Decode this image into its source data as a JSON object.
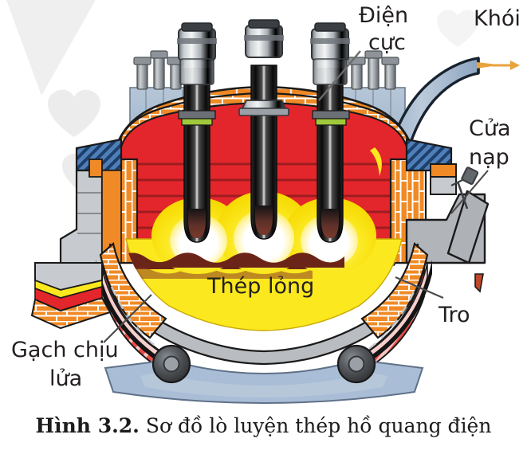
{
  "figure": {
    "title_prefix": "Hình 3.2.",
    "title_body": " Sơ đồ lò luyện thép hồ quang điện",
    "kind": "cross-section-diagram",
    "subject": "electric-arc-furnace"
  },
  "labels": {
    "electrode_line1": "Điện",
    "electrode_line2": "cực",
    "smoke": "Khói",
    "charge_door_line1": "Cửa",
    "charge_door_line2": "nạp",
    "molten_steel": "Thép lỏng",
    "ash": "Tro",
    "refractory_line1": "Gạch chịu",
    "refractory_line2": "lửa"
  },
  "colors": {
    "chamber_red": "#e3262b",
    "chamber_red_dark": "#8e1b1f",
    "brick_orange": "#f08a26",
    "brick_orange_dark": "#d4681a",
    "brick_mortar": "#ffffff",
    "molten_yellow": "#fbe81f",
    "arc_white": "#ffffff",
    "slag_brown": "#6b2418",
    "electrode_black": "#111111",
    "metal_gray": "#9aa0a6",
    "shell_gray": "#b9bcc0",
    "duct_blue": "#9fb6cf",
    "hatch_pink": "#f4a9a6",
    "hatch_red": "#ef4b46",
    "cradle_blue": "#a9bed6",
    "wheel_dark": "#4a4a4a",
    "label_text": "#231f20",
    "caption_text": "#1c1c1c",
    "watermark": "#ececed",
    "outline": "#1a1a1a"
  },
  "parts": [
    {
      "name": "electrodes",
      "count": 3
    },
    {
      "name": "electrode-clamp-caps",
      "count": 3
    },
    {
      "name": "hydraulic-cylinders",
      "count": 2
    },
    {
      "name": "smoke-duct",
      "count": 1
    },
    {
      "name": "charging-door",
      "count": 1
    },
    {
      "name": "wheels",
      "count": 2
    },
    {
      "name": "tilt-cradle",
      "count": 1
    },
    {
      "name": "arc-glow",
      "count": 3
    }
  ]
}
